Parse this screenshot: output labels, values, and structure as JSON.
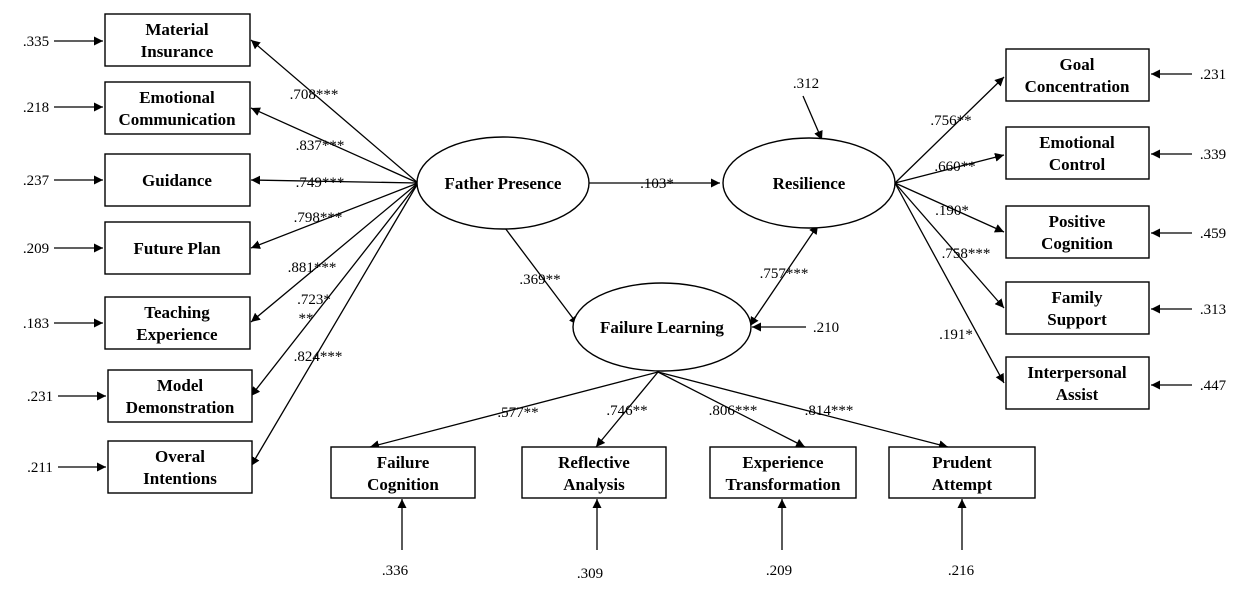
{
  "latent": {
    "father_presence": "Father Presence",
    "resilience": "Resilience",
    "failure_learning": "Failure Learning"
  },
  "left": [
    {
      "l1": "Material",
      "l2": "Insurance",
      "coef": ".708***",
      "err": ".335"
    },
    {
      "l1": "Emotional",
      "l2": "Communication",
      "coef": ".837***",
      "err": ".218"
    },
    {
      "l1": "Guidance",
      "l2": "",
      "coef": ".749***",
      "err": ".237"
    },
    {
      "l1": "Future Plan",
      "l2": "",
      "coef": ".798***",
      "err": ".209"
    },
    {
      "l1": "Teaching",
      "l2": "Experience",
      "coef": ".881***",
      "err": ".183"
    },
    {
      "l1": "Model",
      "l2": "Demonstration",
      "coef": ".723*",
      "coef2": "**",
      "err": ".231"
    },
    {
      "l1": "Overal",
      "l2": "Intentions",
      "coef": ".824***",
      "err": ".211"
    }
  ],
  "right": [
    {
      "l1": "Goal",
      "l2": "Concentration",
      "coef": ".756**",
      "err": ".231"
    },
    {
      "l1": "Emotional",
      "l2": "Control",
      "coef": ".660**",
      "err": ".339"
    },
    {
      "l1": "Positive",
      "l2": "Cognition",
      "coef": ".190*",
      "err": ".459"
    },
    {
      "l1": "Family",
      "l2": "Support",
      "coef": ".758***",
      "err": ".313"
    },
    {
      "l1": "Interpersonal",
      "l2": "Assist",
      "coef": ".191*",
      "err": ".447"
    }
  ],
  "bottom": [
    {
      "l1": "Failure",
      "l2": "Cognition",
      "coef": ".577**",
      "err": ".336"
    },
    {
      "l1": "Reflective",
      "l2": "Analysis",
      "coef": ".746**",
      "err": ".309"
    },
    {
      "l1": "Experience",
      "l2": "Transformation",
      "coef": ".806***",
      "err": ".209"
    },
    {
      "l1": "Prudent",
      "l2": "Attempt",
      "coef": ".814***",
      "err": ".216"
    }
  ],
  "paths": {
    "fp_res": ".103*",
    "fp_fl": ".369**",
    "fl_res": ".757***"
  },
  "disturbance": {
    "resilience": ".312",
    "failure_learning": ".210"
  }
}
